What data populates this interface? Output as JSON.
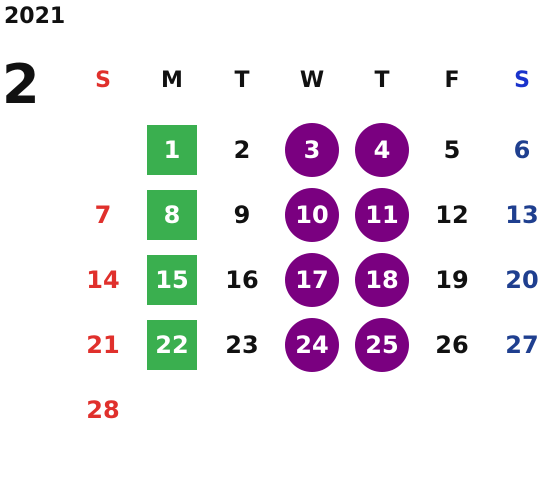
{
  "calendar": {
    "year": "2021",
    "month": "2",
    "weekdays": [
      {
        "label": "S",
        "color": "#e0302c"
      },
      {
        "label": "M",
        "color": "#111111"
      },
      {
        "label": "T",
        "color": "#111111"
      },
      {
        "label": "W",
        "color": "#111111"
      },
      {
        "label": "T",
        "color": "#111111"
      },
      {
        "label": "F",
        "color": "#111111"
      },
      {
        "label": "S",
        "color": "#1a33cc"
      }
    ],
    "weeks": [
      [
        "",
        "1",
        "2",
        "3",
        "4",
        "5",
        "6"
      ],
      [
        "7",
        "8",
        "9",
        "10",
        "11",
        "12",
        "13"
      ],
      [
        "14",
        "15",
        "16",
        "17",
        "18",
        "19",
        "20"
      ],
      [
        "21",
        "22",
        "23",
        "24",
        "25",
        "26",
        "27"
      ],
      [
        "28",
        "",
        "",
        "",
        "",
        "",
        ""
      ]
    ],
    "highlight_colors": {
      "green": "#3aaf4f",
      "purple": "#7a0080"
    },
    "green_days": [
      "1",
      "8",
      "15",
      "22"
    ],
    "purple_days": [
      "3",
      "4",
      "10",
      "11",
      "17",
      "18",
      "24",
      "25"
    ]
  }
}
